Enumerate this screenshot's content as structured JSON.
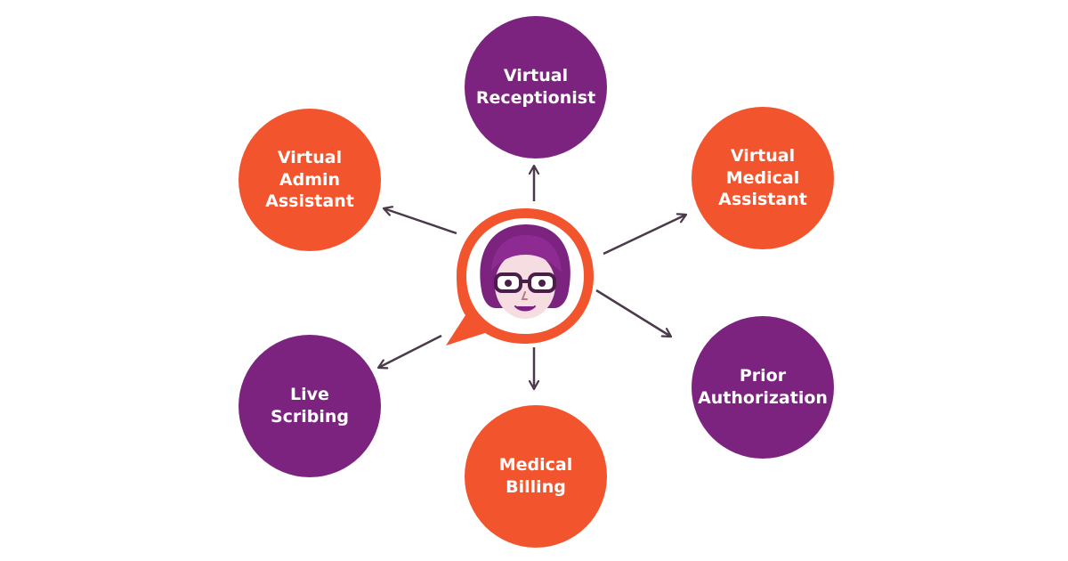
{
  "colors": {
    "purple": "#7C2380",
    "orange": "#F2542D",
    "arrow": "#4A3A4A"
  },
  "hub": {
    "icon": "assistant-avatar-icon"
  },
  "services": [
    {
      "id": "virtual-receptionist",
      "color": "purple",
      "lines": [
        "Virtual",
        "Receptionist"
      ]
    },
    {
      "id": "virtual-admin-assistant",
      "color": "orange",
      "lines": [
        "Virtual",
        "Admin",
        "Assistant"
      ]
    },
    {
      "id": "virtual-medical-assistant",
      "color": "orange",
      "lines": [
        "Virtual",
        "Medical",
        "Assistant"
      ]
    },
    {
      "id": "live-scribing",
      "color": "purple",
      "lines": [
        "Live",
        "Scribing"
      ]
    },
    {
      "id": "prior-authorization",
      "color": "purple",
      "lines": [
        "Prior",
        "Authorization"
      ]
    },
    {
      "id": "medical-billing",
      "color": "orange",
      "lines": [
        "Medical",
        "Billing"
      ]
    }
  ]
}
